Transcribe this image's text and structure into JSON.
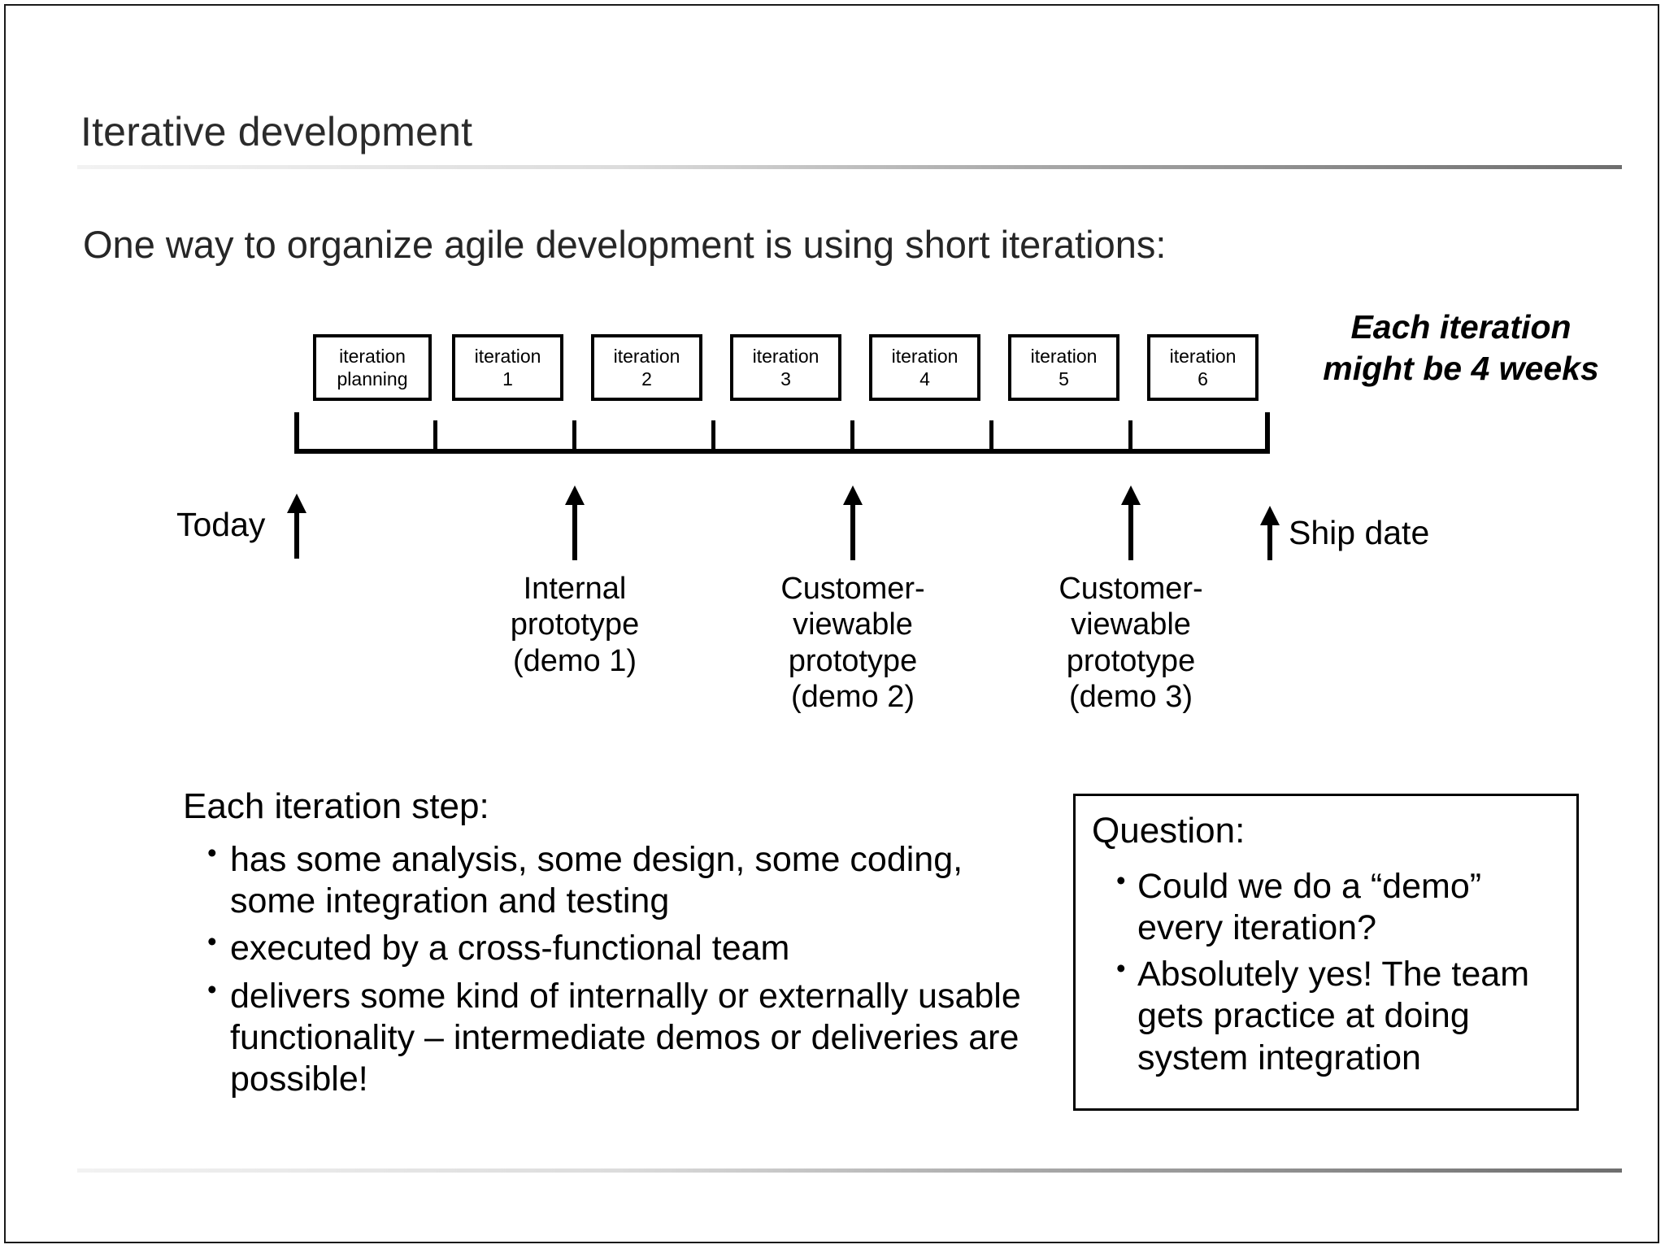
{
  "slide": {
    "title": "Iterative development",
    "subtitle": "One way to organize agile development is using short iterations:"
  },
  "timeline": {
    "note": {
      "line1": "Each iteration",
      "line2": "might be 4 weeks"
    },
    "boxes": [
      {
        "line1": "iteration",
        "line2": "planning"
      },
      {
        "line1": "iteration",
        "line2": "1"
      },
      {
        "line1": "iteration",
        "line2": "2"
      },
      {
        "line1": "iteration",
        "line2": "3"
      },
      {
        "line1": "iteration",
        "line2": "4"
      },
      {
        "line1": "iteration",
        "line2": "5"
      },
      {
        "line1": "iteration",
        "line2": "6"
      }
    ],
    "markers": {
      "today": "Today",
      "ship_date": "Ship date"
    },
    "milestones": [
      {
        "line1": "Internal",
        "line2": "prototype",
        "line3": "(demo 1)",
        "line4": ""
      },
      {
        "line1": "Customer-",
        "line2": "viewable",
        "line3": "prototype",
        "line4": "(demo 2)"
      },
      {
        "line1": "Customer-",
        "line2": "viewable",
        "line3": "prototype",
        "line4": "(demo 3)"
      }
    ]
  },
  "steps": {
    "heading": "Each iteration step:",
    "items": [
      "has some analysis, some design, some coding, some integration and testing",
      "executed by a cross-functional team",
      "delivers some kind of internally or externally usable functionality – intermediate demos or deliveries are possible!"
    ]
  },
  "question": {
    "heading": "Question:",
    "items": [
      "Could we do a “demo” every iteration?",
      "Absolutely yes!  The team gets practice at doing system integration"
    ]
  },
  "colors": {
    "text": "#000000",
    "title": "#2b2b2b",
    "border": "#1a1a1a",
    "rule_light": "#f2f2f2",
    "rule_dark": "#6e6e6e"
  }
}
